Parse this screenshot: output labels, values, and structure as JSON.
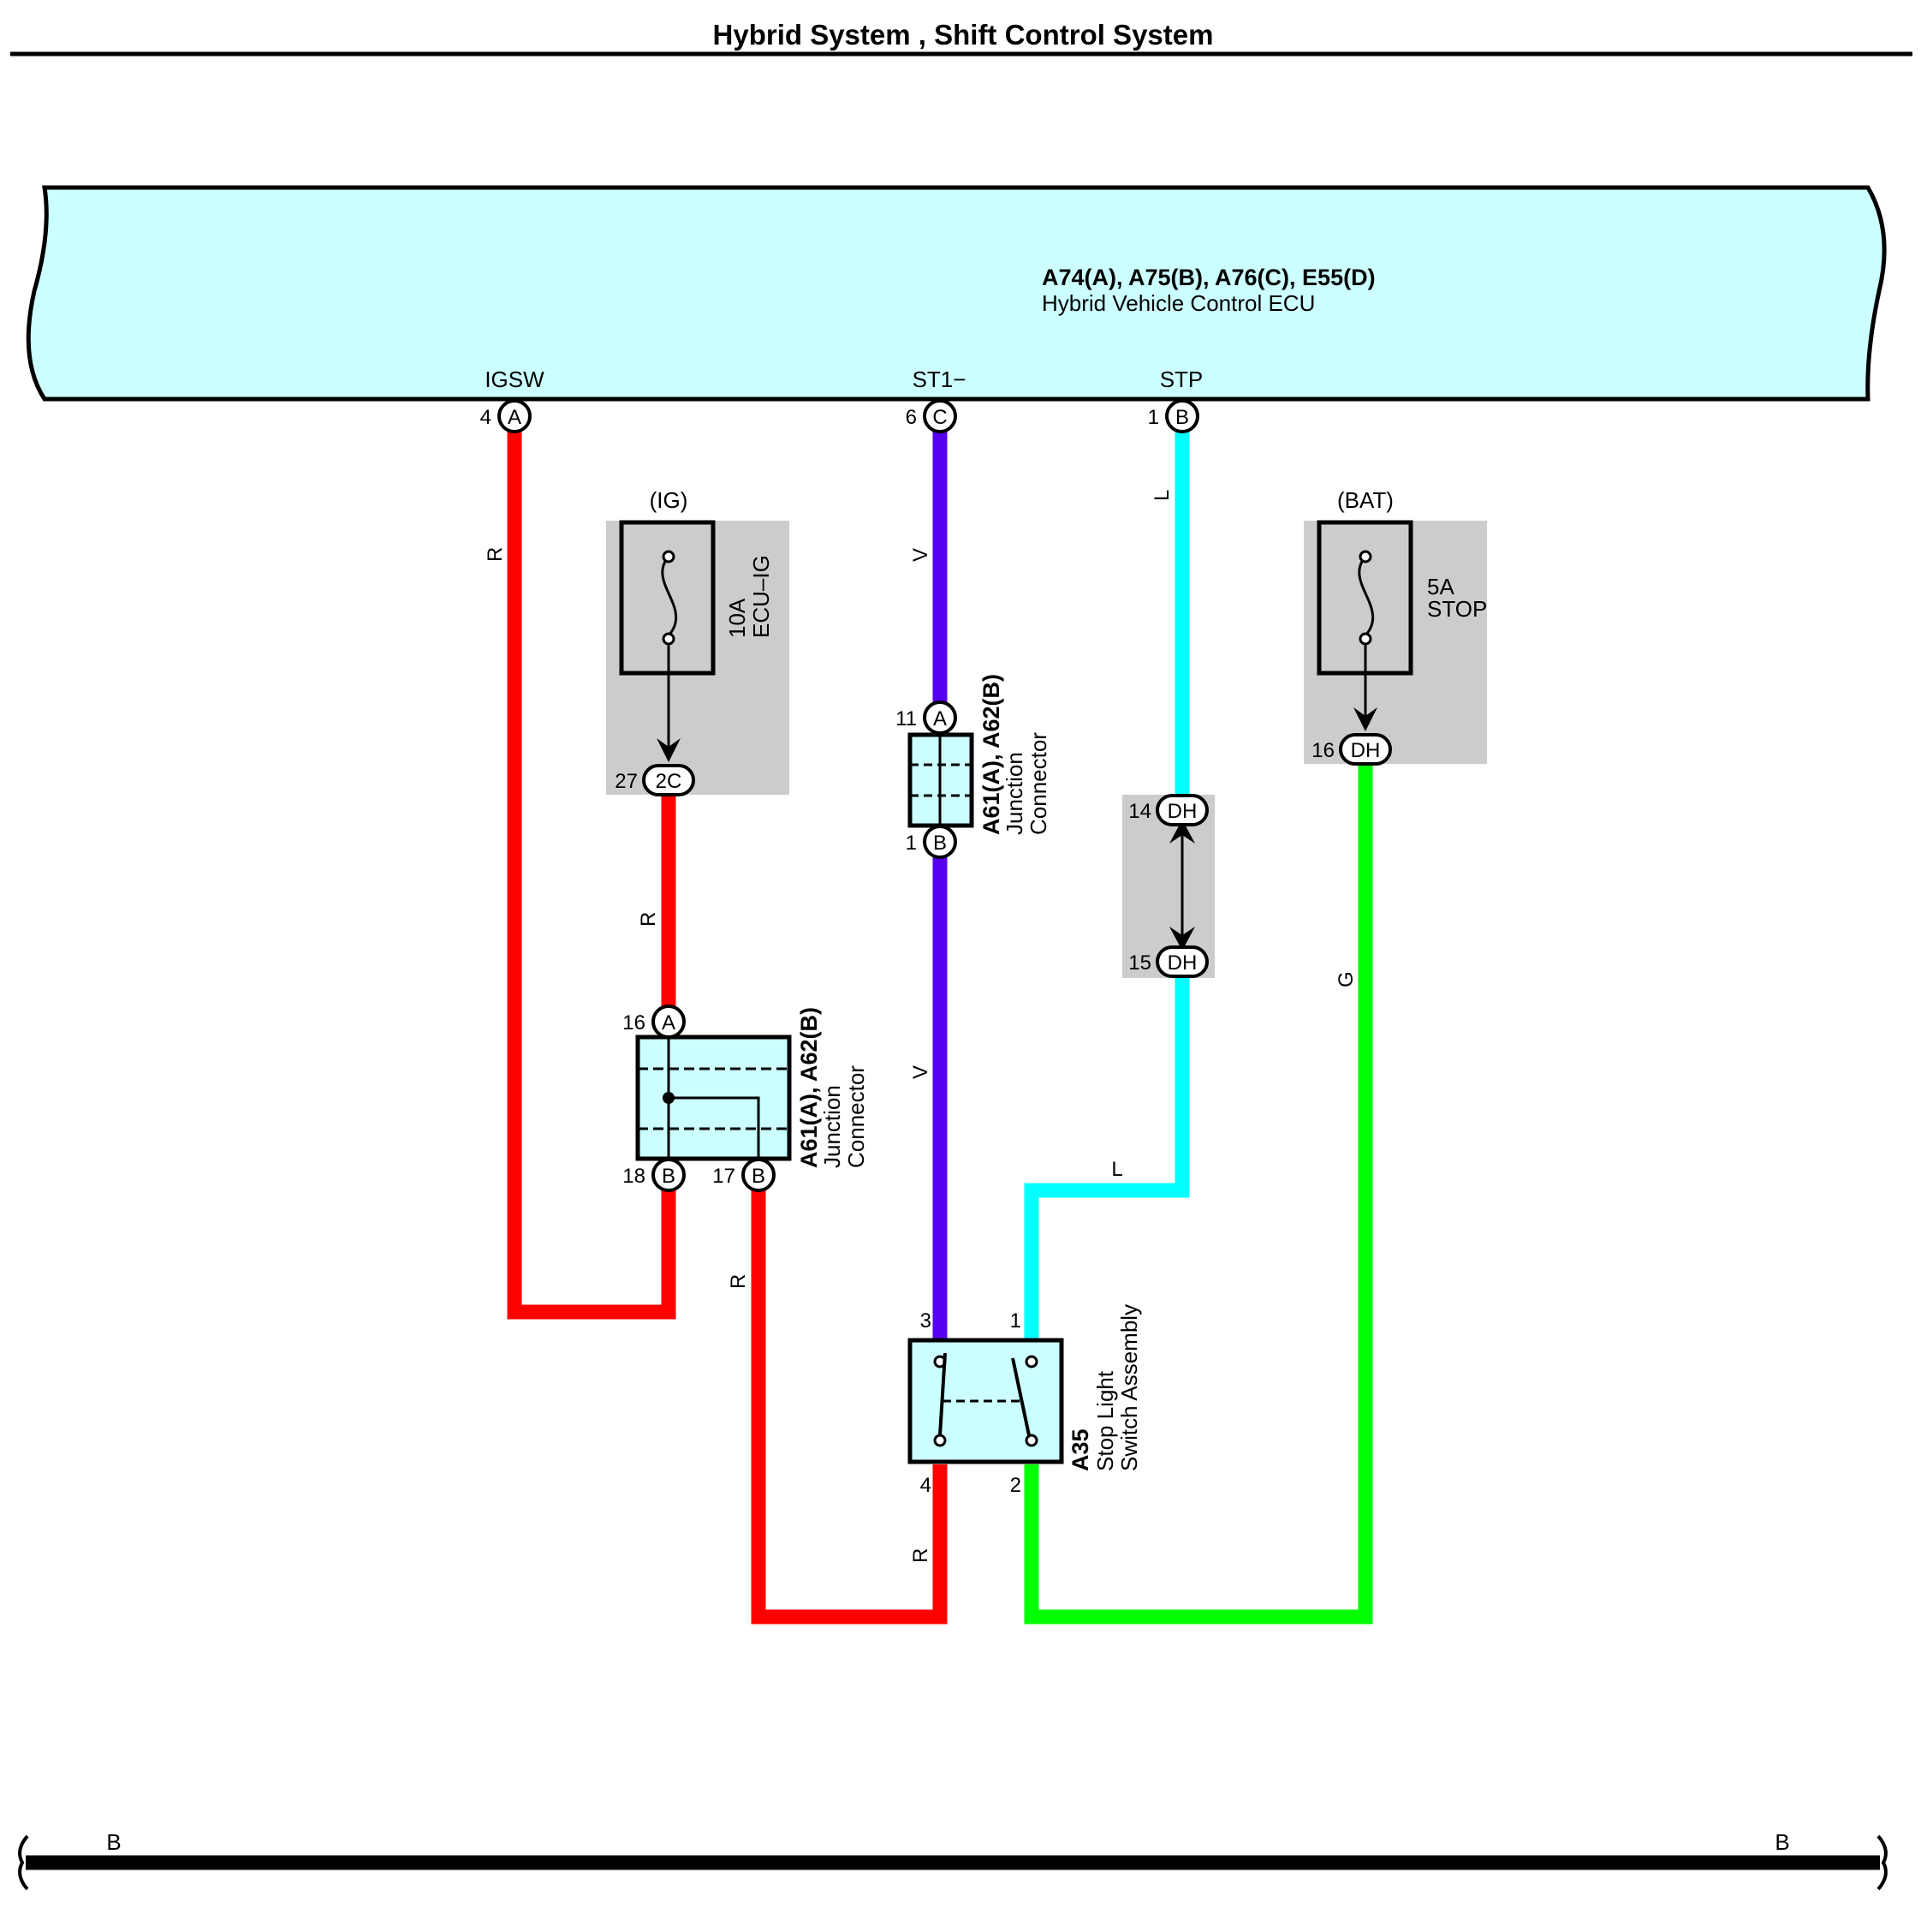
{
  "page": {
    "title": "Hybrid System , Shift Control System"
  },
  "colors": {
    "red": "#ff0000",
    "violet": "#5500ee",
    "light_blue": "#00ffff",
    "green": "#00ff00",
    "ecu_fill": "#ccffff",
    "fuse_box": "#cccccc"
  },
  "ecu": {
    "code": "A74(A), A75(B), A76(C), E55(D)",
    "name": "Hybrid Vehicle Control ECU",
    "terminals": [
      {
        "name": "IGSW",
        "pin": "4",
        "conn": "A"
      },
      {
        "name": "ST1−",
        "pin": "6",
        "conn": "C"
      },
      {
        "name": "STP",
        "pin": "1",
        "conn": "B"
      }
    ]
  },
  "fuse_ig": {
    "source": "(IG)",
    "rating": "10A",
    "name": "ECU–IG",
    "pin": "27",
    "conn": "2C"
  },
  "fuse_bat": {
    "source": "(BAT)",
    "rating": "5A",
    "name": "STOP",
    "pin": "16",
    "conn": "DH"
  },
  "jc_upper": {
    "code": "A61(A), A62(B)",
    "line1": "Junction",
    "line2": "Connector",
    "pin_top": "11",
    "conn_top": "A",
    "pin_bottom": "1",
    "conn_bottom": "B"
  },
  "jc_lower": {
    "code": "A61(A), A62(B)",
    "line1": "Junction",
    "line2": "Connector",
    "pin_top": "16",
    "conn_top": "A",
    "pin_bl": "18",
    "conn_bl": "B",
    "pin_br": "17",
    "conn_br": "B"
  },
  "junction_dh": {
    "pin_top": "14",
    "conn_top": "DH",
    "pin_bottom": "15",
    "conn_bottom": "DH"
  },
  "stop_switch": {
    "code": "A35",
    "line1": "Stop Light",
    "line2": "Switch Assembly",
    "pin_tl": "3",
    "pin_tr": "1",
    "pin_bl": "4",
    "pin_br": "2"
  },
  "wire_labels": {
    "r": "R",
    "v": "V",
    "l": "L",
    "g": "G"
  },
  "ground": {
    "left": "B",
    "right": "B"
  }
}
